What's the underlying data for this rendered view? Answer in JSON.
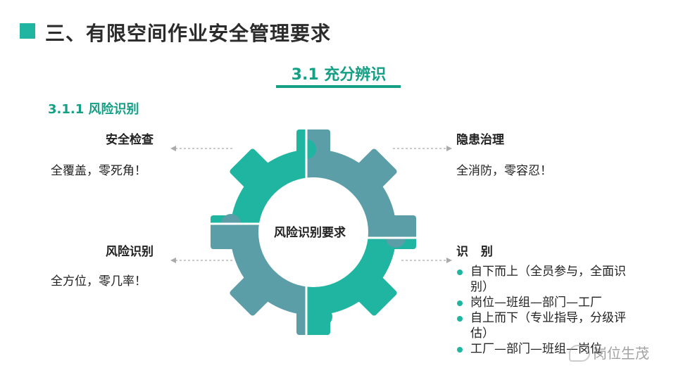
{
  "header": {
    "title": "三、有限空间作业安全管理要求",
    "accent_color": "#1fb5a0"
  },
  "section": {
    "heading": "3.1 充分辨识",
    "color": "#15a085"
  },
  "subsection": {
    "heading": "3.1.1 风险识别"
  },
  "gear": {
    "center_label": "风险识别要求",
    "colors": {
      "teal": "#1fb5a0",
      "slate": "#5b9ea8"
    }
  },
  "quadrants": {
    "top_left": {
      "title": "安全检查",
      "text": "全覆盖，零死角！"
    },
    "top_right": {
      "title": "隐患治理",
      "text": "全消防，零容忍！"
    },
    "bottom_left": {
      "title": "风险识别",
      "text": "全方位，零几率！"
    },
    "bottom_right": {
      "title": "识 别",
      "items": [
        "自下而上（全员参与，全面识别）",
        "岗位—班组—部门—工厂",
        "自上而下（专业指导，分级评估）",
        "工厂—部门—班组—岗位"
      ]
    }
  },
  "watermark": {
    "text": "岗位生茂"
  }
}
